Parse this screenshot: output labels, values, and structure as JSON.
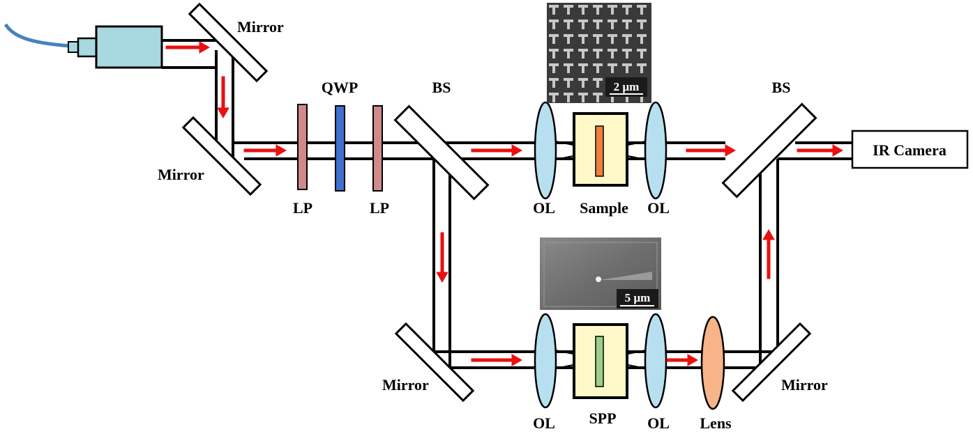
{
  "labels": {
    "mirror_top": "Mirror",
    "mirror_left": "Mirror",
    "qwp": "QWP",
    "lp_1": "LP",
    "lp_2": "LP",
    "bs_left": "BS",
    "bs_right": "BS",
    "ol_top_left": "OL",
    "sample": "Sample",
    "ol_top_right": "OL",
    "camera": "IR Camera",
    "mirror_bottom_left": "Mirror",
    "ol_bottom_left": "OL",
    "spp": "SPP",
    "ol_bottom_right": "OL",
    "lens": "Lens",
    "mirror_bottom_right": "Mirror"
  },
  "insets": {
    "top_scale": "2 µm",
    "bottom_scale": "5 µm"
  },
  "colors": {
    "laser_body": "#a8d8e0",
    "fiber": "#4a80c0",
    "arrow": "#e81010",
    "lp": "#d08a8a",
    "qwp": "#3f6fce",
    "objective": "#b8dff0",
    "sample_holder": "#fff8c8",
    "sample_strip": "#f08040",
    "spp_strip": "#9cd08a",
    "lens": "#f7b488"
  }
}
